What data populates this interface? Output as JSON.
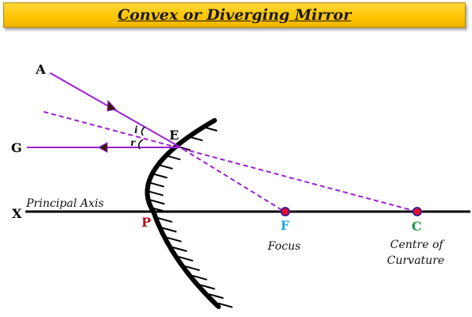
{
  "title": "Convex or Diverging Mirror",
  "labels": {
    "point_a": "A",
    "point_g": "G",
    "point_e": "E",
    "point_x": "X",
    "point_p": "P",
    "point_f": "F",
    "point_c": "C",
    "angle_i": "i",
    "angle_r": "r",
    "principal_axis": "Principal Axis",
    "focus": "Focus",
    "centre_line1": "Centre of",
    "centre_line2": "Curvature"
  },
  "colors": {
    "ray": "#9b1fd6",
    "axis": "#000000",
    "mirror": "#000000",
    "point_fill": "#e0102a",
    "point_stroke": "#4b1a8a",
    "label_p": "#b0101a",
    "label_f": "#19a7e0",
    "label_c": "#1a9a4a"
  }
}
